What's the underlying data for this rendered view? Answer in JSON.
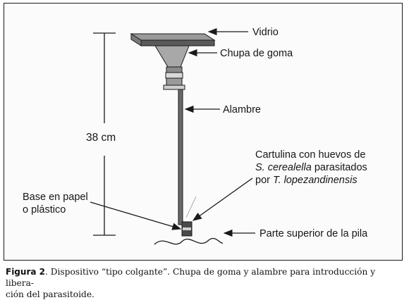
{
  "labels": {
    "vidrio": "Vidrio",
    "chupa": "Chupa de goma",
    "alambre": "Alambre",
    "height": "38 cm",
    "cartulina_line1": "Cartulina con huevos de",
    "cartulina_species": "S. cerealella",
    "cartulina_line2_rest": " parasitados",
    "cartulina_line3_pre": "por ",
    "cartulina_species2": "T. lopezandinensis",
    "base_line1": "Base en papel",
    "base_line2": "o plástico",
    "pila": "Parte superior de la pila"
  },
  "caption": {
    "label": "Figura 2",
    "line1": ". Dispositivo “tipo colgante”. Chupa de goma y alambre para introducción y libera-",
    "line2": "ción del parasitoide."
  },
  "colors": {
    "stroke": "#1a1a1a",
    "glass_top": "#9a9a9a",
    "glass_side": "#5a5a5a",
    "cup": "#a8a8a8",
    "wire": "#6a6a6a",
    "base": "#4a4a4a"
  }
}
